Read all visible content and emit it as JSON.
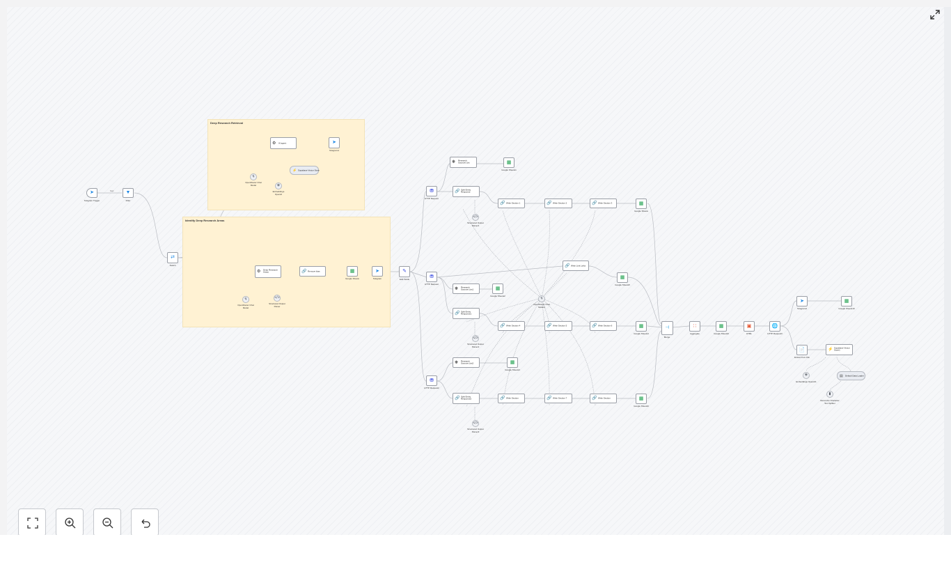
{
  "groups": {
    "deep_research": "Deep Research Retrieval",
    "identify": "Identify Deep Research Areas"
  },
  "nodes": {
    "telegram_trigger": "Telegram Trigger",
    "filter": "Filter",
    "switch": "Switch",
    "ai_agent": "AI agent",
    "telegram_1": "Telegram1",
    "chat_model_top": "OpenRouter Chat Model",
    "supabase_vs": "Supabase Vector Store",
    "embeddings_top": "Embeddings OpenAI",
    "deep_research_areas": "Deep Research Areas",
    "remove_bias": "Remove bias",
    "google_sheets_identify": "Google Sheets",
    "telegram_identify": "Telegram",
    "chat_model_mid": "OpenRouter Chat Model",
    "structured_parser_mid": "Structured Output Parser",
    "edit_fields": "Edit Fields",
    "http_request_top": "HTTP Request",
    "http_request_mid": "HTTP Request",
    "http_request_bot": "HTTP Request2",
    "research_sources_list": "Research Sources List",
    "research_sources_list1": "Research Sources List1",
    "research_sources_list2": "Research Sources List2",
    "split_entity_top": "Split Entity Response",
    "split_entity_mid": "Split Entity Response1",
    "split_entity_bot": "Split Entity Response2",
    "structured_parser_a": "Structured Output Parser1",
    "structured_parser_b": "Structured Output Parser2",
    "structured_parser_c": "Structured Output Parser3",
    "chat_model_center": "OpenRouter Chat Model1",
    "ws1": "Write Section 1",
    "ws2": "Write Section 2",
    "ws3": "Write Section 3",
    "ws4": "Write Section 4",
    "ws5": "Write Section 5",
    "ws6": "Write Section 6",
    "ws7": "Write Section",
    "ws8": "Write Section 7",
    "ws9": "Write Section",
    "write_link_list": "Write Link Links",
    "gs_a": "Google Sheets1",
    "gs_b": "Google Sheets2",
    "gs_c": "Google Sheets3",
    "gs_d": "Google Sheets",
    "gs_e": "Google Sheets5",
    "gs_f": "Google Sheets4",
    "gs_g": "Google Sheets6",
    "gs_h": "Google Sheets8",
    "merge": "Merge",
    "aggregate": "Aggregate",
    "gs_after_agg": "Google Sheets9",
    "html": "HTML",
    "http_request_end": "HTTP Request3",
    "telegram_end": "Telegram2",
    "gs_end": "Google Sheets10",
    "extract_pdf": "Extract from File",
    "supabase_end": "Supabase Vector Store1",
    "embeddings_end": "Embeddings OpenAI1",
    "default_loader": "Default Data Loader",
    "text_splitter": "Recursive Character Text Splitter"
  },
  "edge_labels": {
    "trigger_filter": "Kept"
  },
  "icons": {
    "expand": "expand-icon",
    "fit": "fit-view-icon",
    "zoom_in": "zoom-in-icon",
    "zoom_out": "zoom-out-icon",
    "reset": "reset-zoom-icon"
  },
  "colors": {
    "sticky": "#fff2d3",
    "google_sheets": "#1a9e4b",
    "telegram": "#2aa3e0",
    "filter": "#3d8eea",
    "edit_fields": "#3b4ce0",
    "merge": "#2aa3e0",
    "aggregate": "#e8593f",
    "html": "#e44d26",
    "connection": "#b9bcc2"
  }
}
